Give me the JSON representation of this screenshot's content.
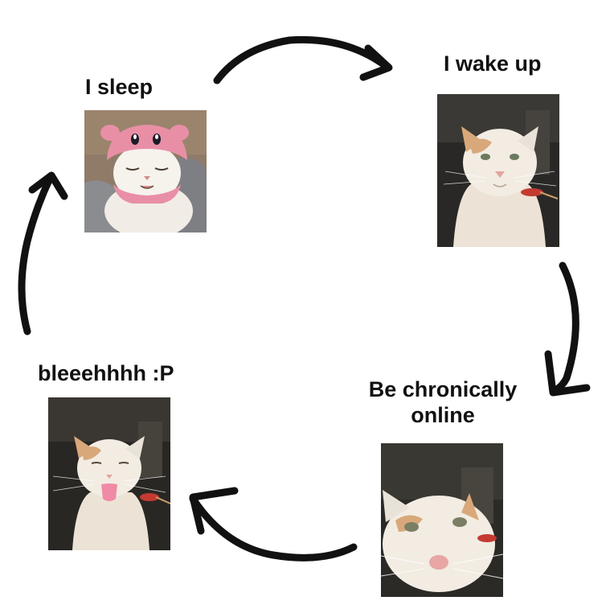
{
  "cycle": {
    "steps": [
      {
        "label": "I sleep",
        "photo": "sleeping-cat-in-pink-kirby-hat"
      },
      {
        "label": "I wake up",
        "photo": "cat-looking-up-at-camera"
      },
      {
        "label_line1": "Be chronically",
        "label_line2": "online",
        "photo": "cat-closeup-face-in-camera"
      },
      {
        "label": "bleeehhhh :P",
        "photo": "cat-sticking-out-tongue"
      }
    ],
    "arrow_color": "#111111",
    "arrow_icon": "hand-drawn-curved-arrow"
  }
}
